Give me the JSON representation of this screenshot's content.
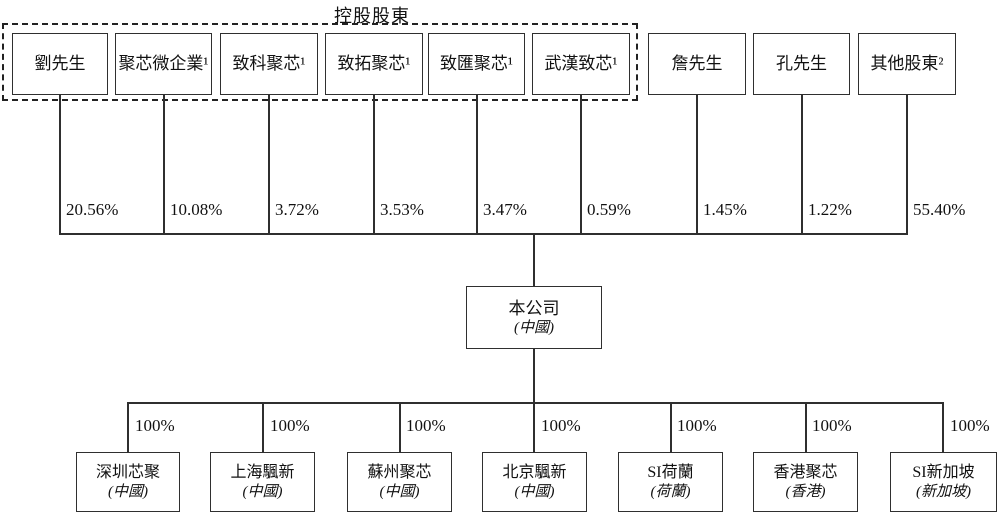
{
  "diagram": {
    "group_label": "控股股東",
    "shareholders": [
      {
        "name": "劉先生",
        "percent": "20.56%",
        "controlling": true
      },
      {
        "name": "聚芯微企業¹",
        "percent": "10.08%",
        "controlling": true
      },
      {
        "name": "致科聚芯¹",
        "percent": "3.72%",
        "controlling": true
      },
      {
        "name": "致拓聚芯¹",
        "percent": "3.53%",
        "controlling": true
      },
      {
        "name": "致匯聚芯¹",
        "percent": "3.47%",
        "controlling": true
      },
      {
        "name": "武漢致芯¹",
        "percent": "0.59%",
        "controlling": true
      },
      {
        "name": "詹先生",
        "percent": "1.45%",
        "controlling": false
      },
      {
        "name": "孔先生",
        "percent": "1.22%",
        "controlling": false
      },
      {
        "name": "其他股東²",
        "percent": "55.40%",
        "controlling": false
      }
    ],
    "parent": {
      "name": "本公司",
      "jurisdiction": "(中國)"
    },
    "subsidiaries": [
      {
        "name": "深圳芯聚",
        "jurisdiction": "(中國)",
        "ownership": "100%"
      },
      {
        "name": "上海颿新",
        "jurisdiction": "(中國)",
        "ownership": "100%"
      },
      {
        "name": "蘇州聚芯",
        "jurisdiction": "(中國)",
        "ownership": "100%"
      },
      {
        "name": "北京颿新",
        "jurisdiction": "(中國)",
        "ownership": "100%"
      },
      {
        "name": "SI荷蘭",
        "jurisdiction": "(荷蘭)",
        "ownership": "100%"
      },
      {
        "name": "香港聚芯",
        "jurisdiction": "(香港)",
        "ownership": "100%"
      },
      {
        "name": "SI新加坡",
        "jurisdiction": "(新加坡)",
        "ownership": "100%"
      }
    ],
    "line_color": "#2f2f2f",
    "background_color": "#ffffff"
  }
}
